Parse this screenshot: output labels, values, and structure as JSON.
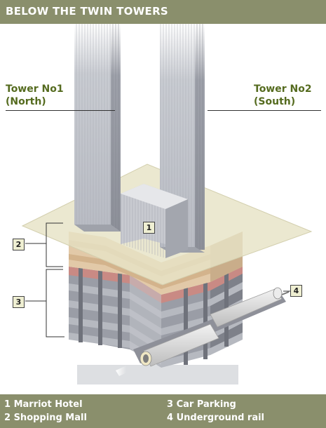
{
  "header": {
    "title": "BELOW THE TWIN TOWERS"
  },
  "labels": {
    "tower1": {
      "line1": "Tower No1",
      "line2": "(North)"
    },
    "tower2": {
      "line1": "Tower No2",
      "line2": "(South)"
    }
  },
  "callouts": [
    "1",
    "2",
    "3",
    "4"
  ],
  "legend": {
    "items": [
      "1 Marriot Hotel",
      "2 Shopping Mall",
      "3 Car Parking",
      "4 Underground rail"
    ]
  },
  "colors": {
    "header_bg": "#8a8f6c",
    "label_text": "#556b1f",
    "plaza": "#e6e3c6",
    "mall": "#e2c9a8",
    "parking": "#c98a84",
    "structure": "#8f9299"
  }
}
